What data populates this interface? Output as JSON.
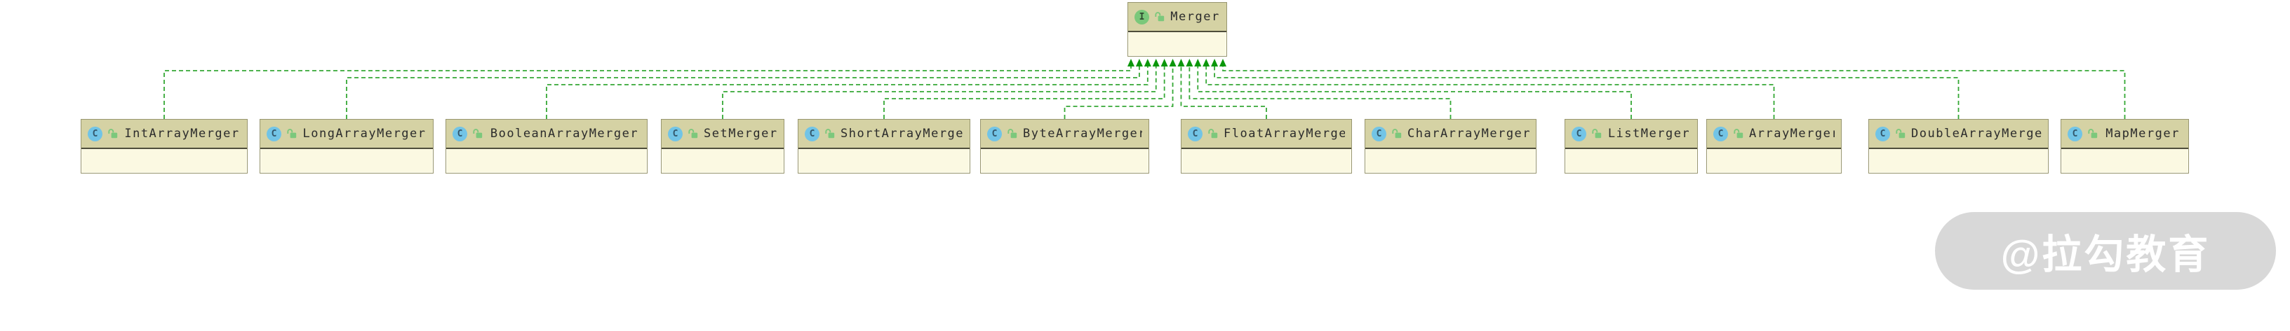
{
  "diagram": {
    "nodes": [
      {
        "id": "Merger",
        "label": "Merger",
        "kind": "interface",
        "icon_letter": "I",
        "visibility": "open-lock"
      },
      {
        "id": "IntArrayMerger",
        "label": "IntArrayMerger",
        "kind": "class",
        "icon_letter": "C",
        "visibility": "open-lock"
      },
      {
        "id": "LongArrayMerger",
        "label": "LongArrayMerger",
        "kind": "class",
        "icon_letter": "C",
        "visibility": "open-lock"
      },
      {
        "id": "BooleanArrayMerger",
        "label": "BooleanArrayMerger",
        "kind": "class",
        "icon_letter": "C",
        "visibility": "open-lock"
      },
      {
        "id": "SetMerger",
        "label": "SetMerger",
        "kind": "class",
        "icon_letter": "C",
        "visibility": "open-lock"
      },
      {
        "id": "ShortArrayMerger",
        "label": "ShortArrayMerger",
        "kind": "class",
        "icon_letter": "C",
        "visibility": "open-lock"
      },
      {
        "id": "ByteArrayMerger",
        "label": "ByteArrayMerger",
        "kind": "class",
        "icon_letter": "C",
        "visibility": "open-lock"
      },
      {
        "id": "FloatArrayMerger",
        "label": "FloatArrayMerger",
        "kind": "class",
        "icon_letter": "C",
        "visibility": "open-lock"
      },
      {
        "id": "CharArrayMerger",
        "label": "CharArrayMerger",
        "kind": "class",
        "icon_letter": "C",
        "visibility": "open-lock"
      },
      {
        "id": "ListMerger",
        "label": "ListMerger",
        "kind": "class",
        "icon_letter": "C",
        "visibility": "open-lock"
      },
      {
        "id": "ArrayMerger",
        "label": "ArrayMerger",
        "kind": "class",
        "icon_letter": "C",
        "visibility": "open-lock"
      },
      {
        "id": "DoubleArrayMerger",
        "label": "DoubleArrayMerger",
        "kind": "class",
        "icon_letter": "C",
        "visibility": "open-lock"
      },
      {
        "id": "MapMerger",
        "label": "MapMerger",
        "kind": "class",
        "icon_letter": "C",
        "visibility": "open-lock"
      }
    ],
    "edges": [
      {
        "from": "IntArrayMerger",
        "to": "Merger",
        "type": "implements"
      },
      {
        "from": "LongArrayMerger",
        "to": "Merger",
        "type": "implements"
      },
      {
        "from": "BooleanArrayMerger",
        "to": "Merger",
        "type": "implements"
      },
      {
        "from": "SetMerger",
        "to": "Merger",
        "type": "implements"
      },
      {
        "from": "ShortArrayMerger",
        "to": "Merger",
        "type": "implements"
      },
      {
        "from": "ByteArrayMerger",
        "to": "Merger",
        "type": "implements"
      },
      {
        "from": "FloatArrayMerger",
        "to": "Merger",
        "type": "implements"
      },
      {
        "from": "CharArrayMerger",
        "to": "Merger",
        "type": "implements"
      },
      {
        "from": "ListMerger",
        "to": "Merger",
        "type": "implements"
      },
      {
        "from": "ArrayMerger",
        "to": "Merger",
        "type": "implements"
      },
      {
        "from": "DoubleArrayMerger",
        "to": "Merger",
        "type": "implements"
      },
      {
        "from": "MapMerger",
        "to": "Merger",
        "type": "implements"
      }
    ],
    "colors": {
      "background": "#ffffff",
      "node_header_bg": "#d5d2a4",
      "node_body_bg": "#fbf9e2",
      "node_border": "#98966f",
      "header_divider": "#4e4d3b",
      "node_text": "#2b2b2b",
      "edge_green": "#35a835",
      "arrow_green": "#0a970a",
      "class_icon_bg": "#72c4e6",
      "class_icon_fg": "#33576b",
      "interface_icon_bg": "#7ac87a",
      "interface_icon_fg": "#2f4a2f",
      "lock_green": "#7cc87c",
      "watermark_bg": "#d8d8d8",
      "watermark_fg": "#ffffff"
    }
  },
  "watermark": {
    "text": "@拉勾教育"
  }
}
